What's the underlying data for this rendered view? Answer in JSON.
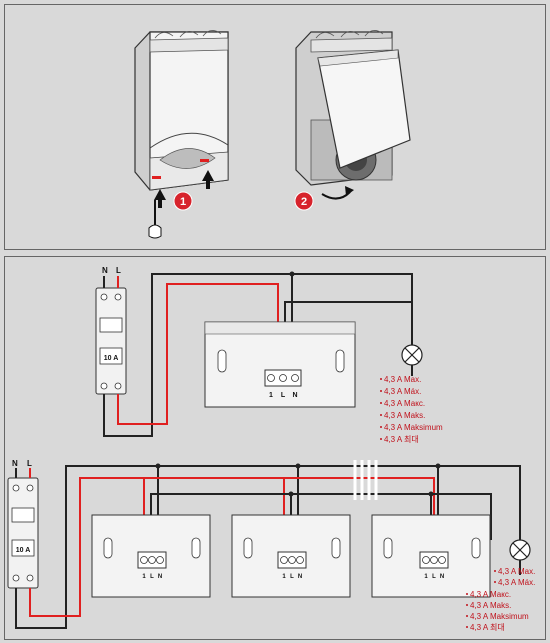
{
  "steps": [
    {
      "number": "1"
    },
    {
      "number": "2"
    }
  ],
  "breaker": {
    "terminal_n": "N",
    "terminal_l": "L",
    "rating": "10 A"
  },
  "socket_terminals": [
    "1",
    "L",
    "N"
  ],
  "ratings_a": [
    "4,3 A Max.",
    "4,3 A Máx.",
    "4,3 A Макс.",
    "4,3 A Maks.",
    "4,3 A Maksimum",
    "4,3 A 최대"
  ],
  "ratings_b": [
    "4,3 A Max.",
    "4,3 A Máx.",
    "4,3 A Макс.",
    "4,3 A Maks.",
    "4,3 A Maksimum",
    "4,3 A 최대"
  ],
  "colors": {
    "live_wire": "#e02020",
    "neutral_wire": "#222222",
    "step_badge": "#d7232c",
    "background": "#d9d9d9"
  }
}
